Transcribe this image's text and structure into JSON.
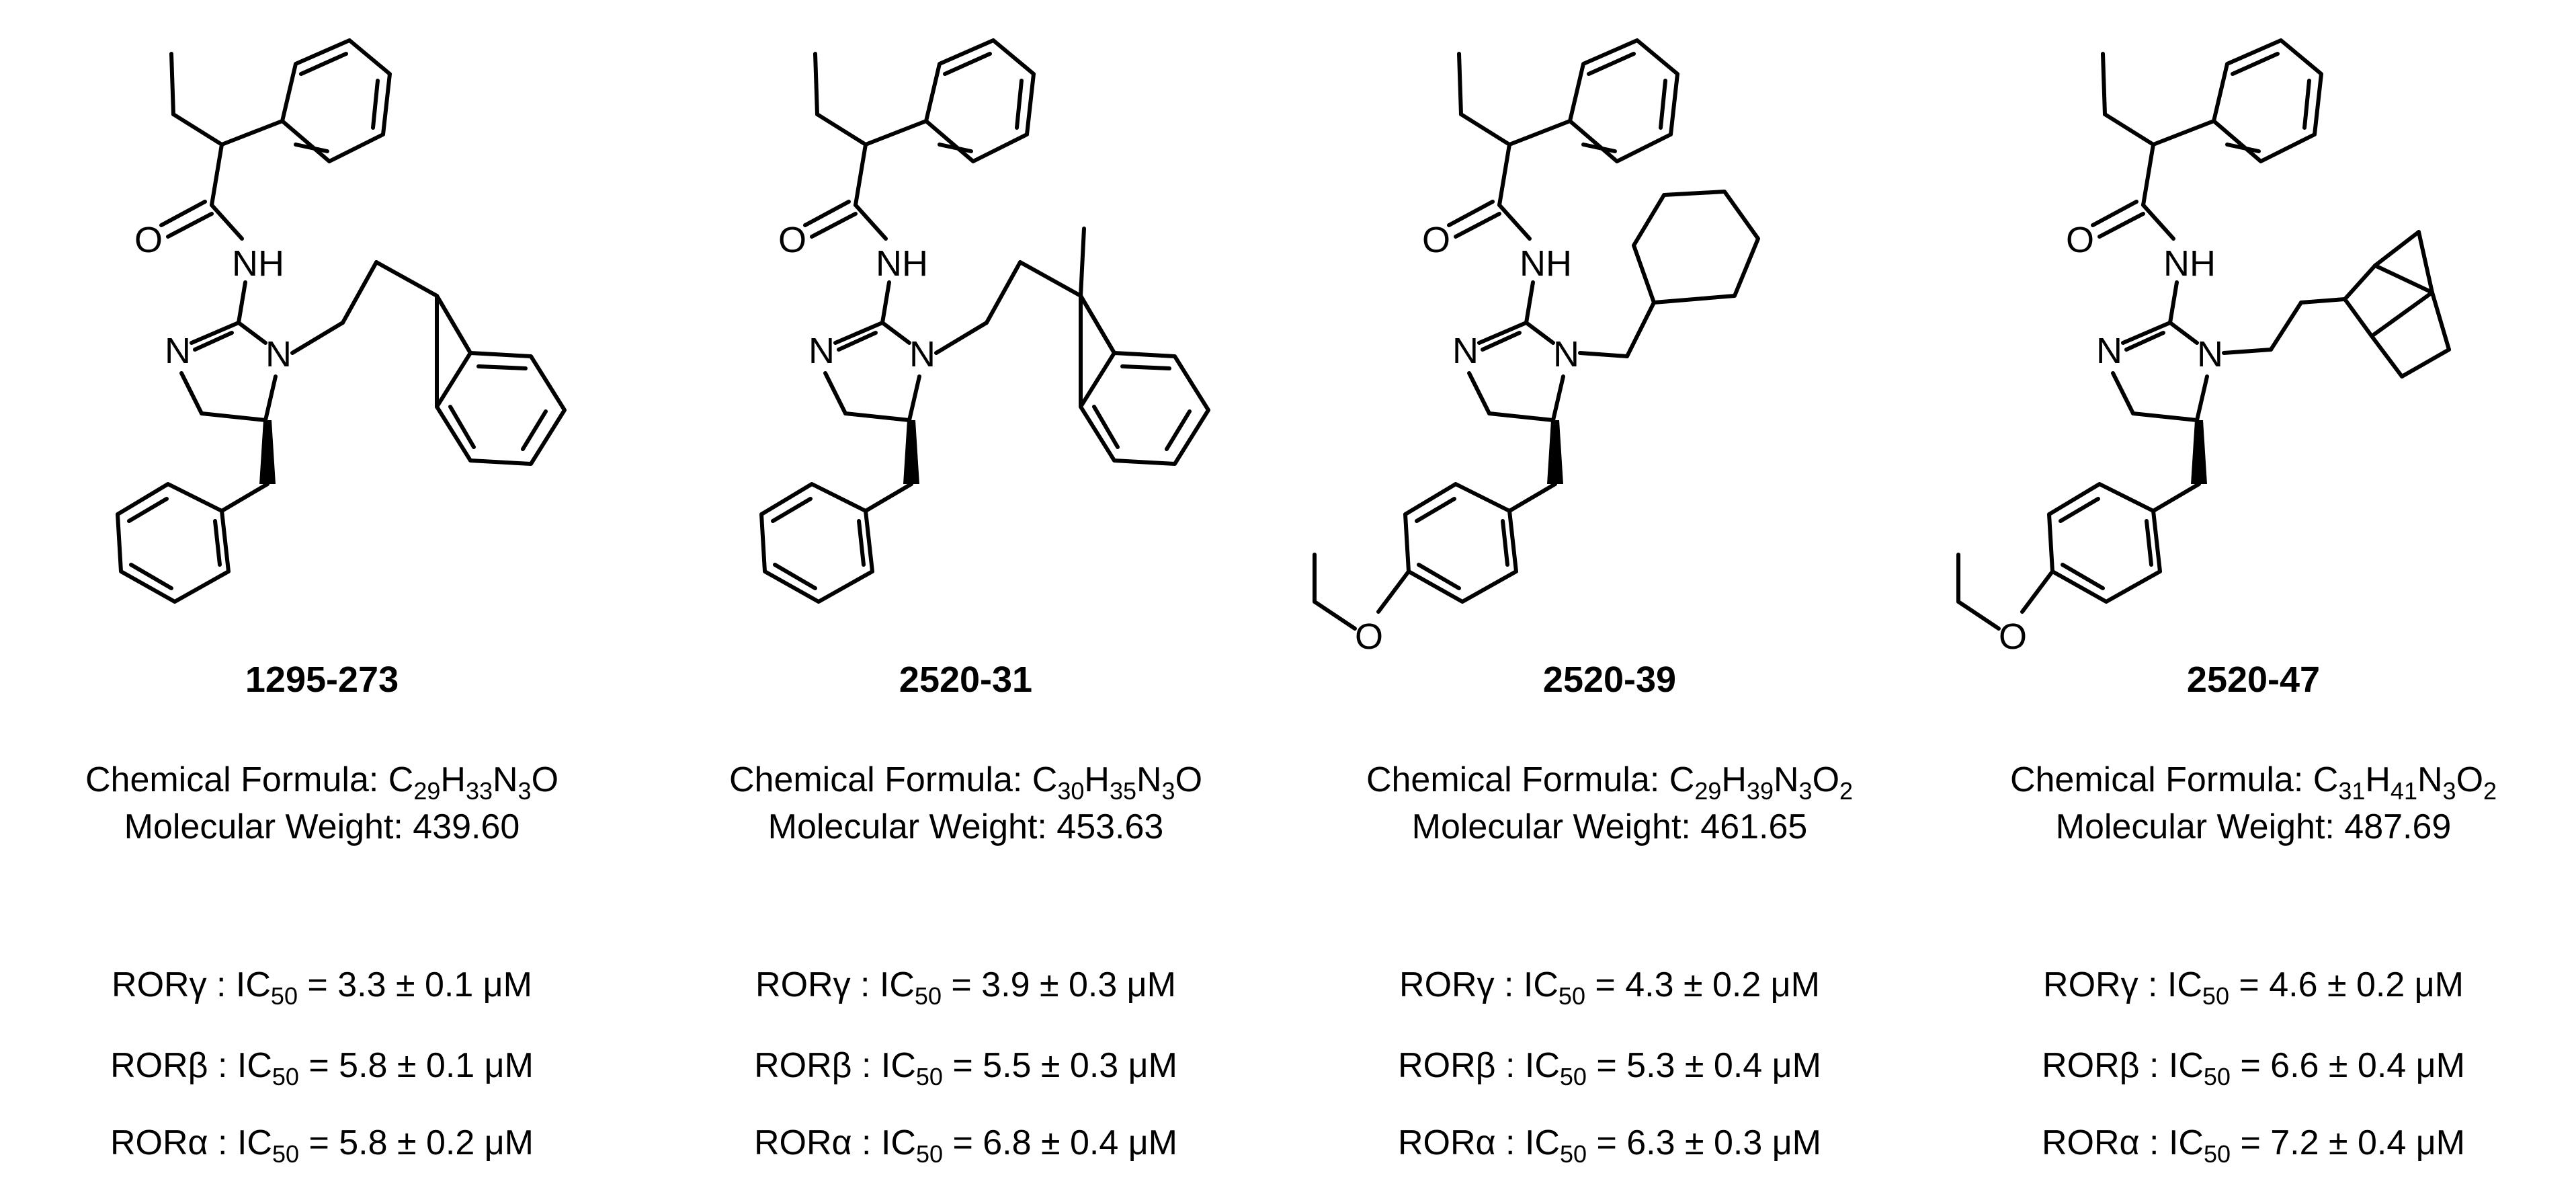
{
  "compounds": [
    {
      "id": "1295-273",
      "formula": {
        "label": "Chemical Formula: ",
        "parts": [
          "C",
          "29",
          "H",
          "33",
          "N",
          "3",
          "O",
          ""
        ]
      },
      "mw": "Molecular Weight: 439.60",
      "activities": [
        {
          "target": "RORγ",
          "ic": "IC",
          "sub": "50",
          "value": " = 3.3 ± 0.1 μM"
        },
        {
          "target": "RORβ",
          "ic": "IC",
          "sub": "50",
          "value": " = 5.8 ± 0.1 μM"
        },
        {
          "target": "RORα",
          "ic": "IC",
          "sub": "50",
          "value": " = 5.8 ± 0.2 μM"
        }
      ]
    },
    {
      "id": "2520-31",
      "formula": {
        "label": "Chemical Formula: ",
        "parts": [
          "C",
          "30",
          "H",
          "35",
          "N",
          "3",
          "O",
          ""
        ]
      },
      "mw": "Molecular Weight: 453.63",
      "activities": [
        {
          "target": "RORγ",
          "ic": "IC",
          "sub": "50",
          "value": " = 3.9 ± 0.3 μM"
        },
        {
          "target": "RORβ",
          "ic": "IC",
          "sub": "50",
          "value": " = 5.5 ± 0.3 μM"
        },
        {
          "target": "RORα",
          "ic": "IC",
          "sub": "50",
          "value": " = 6.8 ± 0.4 μM"
        }
      ]
    },
    {
      "id": "2520-39",
      "formula": {
        "label": "Chemical Formula: ",
        "parts": [
          "C",
          "29",
          "H",
          "39",
          "N",
          "3",
          "O",
          "2"
        ]
      },
      "mw": "Molecular Weight: 461.65",
      "activities": [
        {
          "target": "RORγ",
          "ic": "IC",
          "sub": "50",
          "value": " = 4.3 ± 0.2 μM"
        },
        {
          "target": "RORβ",
          "ic": "IC",
          "sub": "50",
          "value": " = 5.3 ± 0.4 μM"
        },
        {
          "target": "RORα",
          "ic": "IC",
          "sub": "50",
          "value": " = 6.3 ± 0.3 μM"
        }
      ]
    },
    {
      "id": "2520-47",
      "formula": {
        "label": "Chemical Formula: ",
        "parts": [
          "C",
          "31",
          "H",
          "41",
          "N",
          "3",
          "O",
          "2"
        ]
      },
      "mw": "Molecular Weight: 487.69",
      "activities": [
        {
          "target": "RORγ",
          "ic": "IC",
          "sub": "50",
          "value": " = 4.6 ± 0.2 μM"
        },
        {
          "target": "RORβ",
          "ic": "IC",
          "sub": "50",
          "value": " = 6.6 ± 0.4 μM"
        },
        {
          "target": "RORα",
          "ic": "IC",
          "sub": "50",
          "value": " = 7.2 ± 0.4 μM"
        }
      ]
    }
  ],
  "atom_labels": {
    "oxygen": "O",
    "amide_nh": "NH",
    "ring_n": "N"
  }
}
